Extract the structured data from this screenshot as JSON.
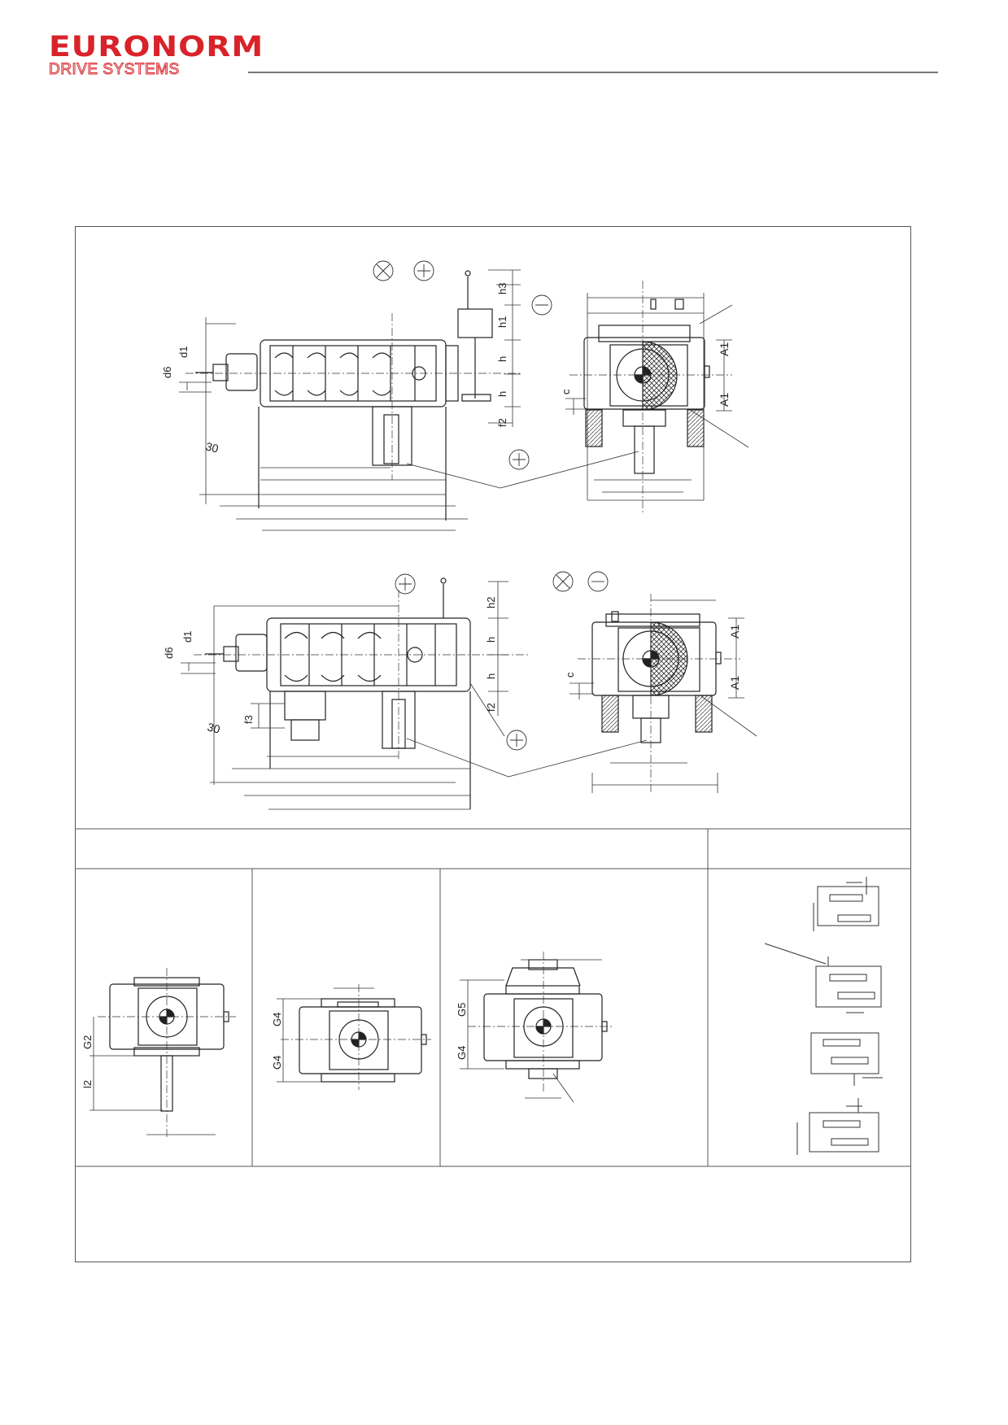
{
  "brand": {
    "name": "EURONORM",
    "subtitle": "DRIVE SYSTEMS",
    "color": "#d8232a"
  },
  "labels": {
    "d6": "d6",
    "d1": "d1",
    "h3": "h3",
    "h1": "h1",
    "h": "h",
    "f2": "f2",
    "c": "c",
    "A1": "A1",
    "angle": "30",
    "h2": "h2",
    "f3": "f3",
    "G2": "G2",
    "l2": "l2",
    "G4": "G4",
    "G5": "G5"
  },
  "icons": [
    "cross-circle-icon",
    "view-direction-icon",
    "drain-plug-icon"
  ]
}
